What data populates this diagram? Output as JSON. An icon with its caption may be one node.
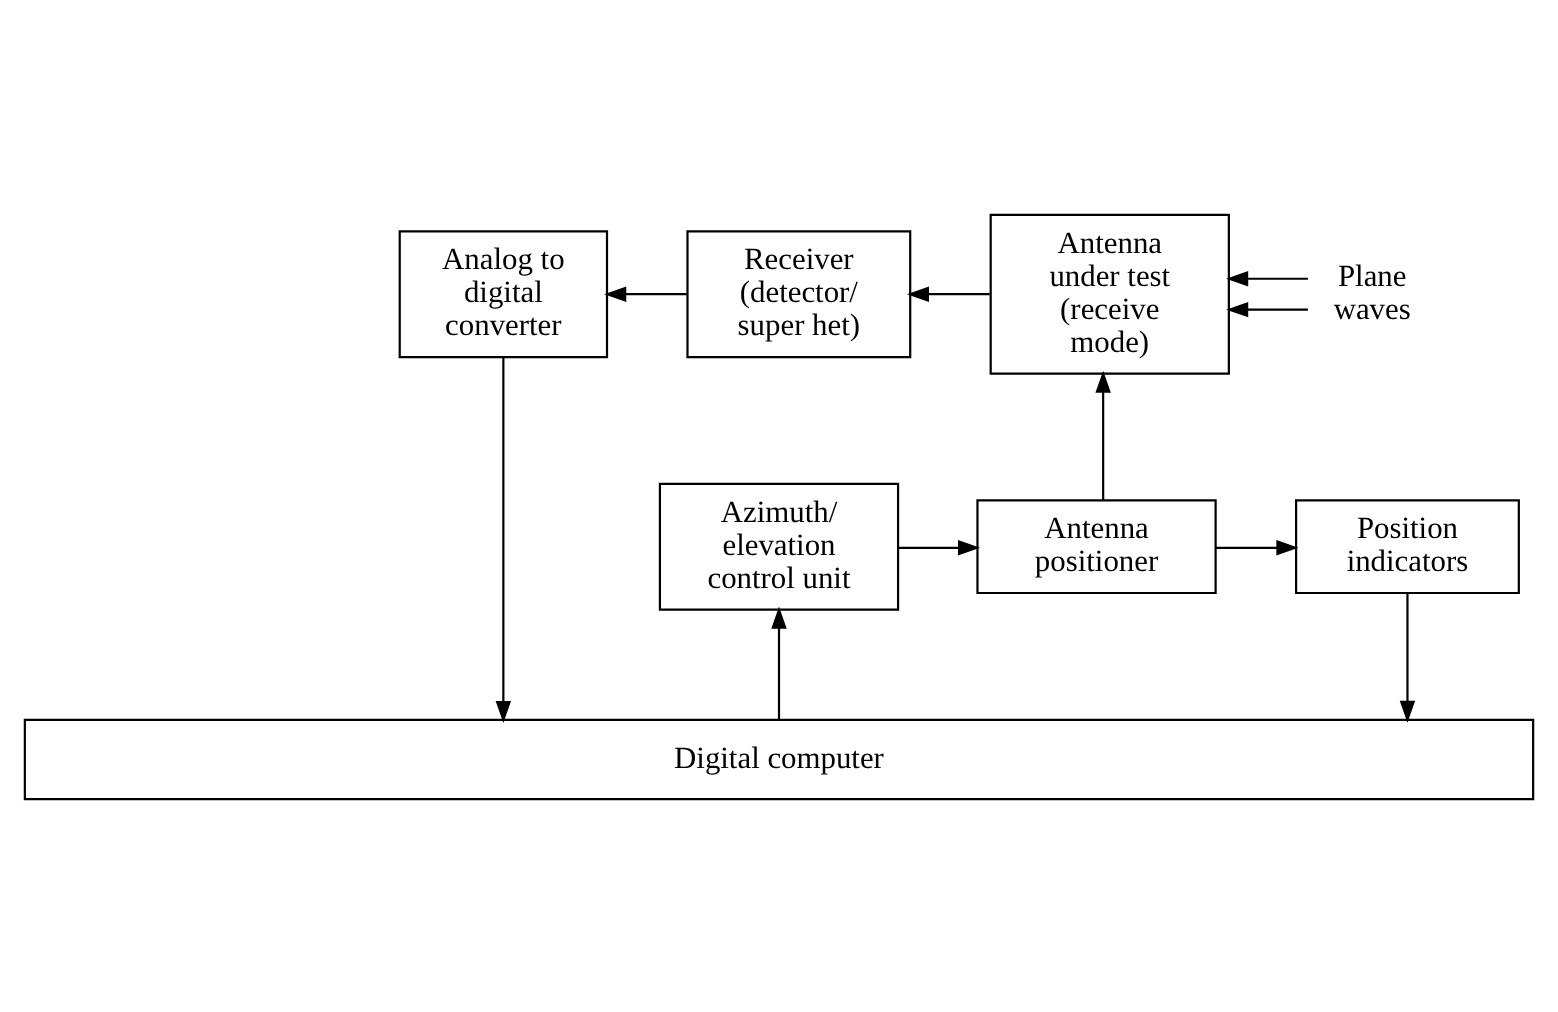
{
  "diagram": {
    "nodes": [
      {
        "text": [
          "Analog to digital converter"
        ]
      },
      {
        "text": [
          "Receiver (detector/ super het)"
        ]
      },
      {
        "text": [
          "Antenna under test (receive mode)"
        ]
      },
      {
        "text": [
          "Plane waves"
        ]
      },
      {
        "text": [
          "Azimuth/ elevation control unit"
        ]
      },
      {
        "text": [
          "Antenna positioner"
        ]
      },
      {
        "text": [
          "Position indicators"
        ]
      },
      {
        "text": [
          "Digital computer"
        ]
      }
    ],
    "edges": [
      {
        "from": 3,
        "to": 2,
        "arrow": "to"
      },
      {
        "from": 3,
        "to": 2,
        "arrow": "to"
      },
      {
        "from": 2,
        "to": 1,
        "arrow": "to"
      },
      {
        "from": 1,
        "to": 0,
        "arrow": "to"
      },
      {
        "from": 0,
        "to": 7,
        "arrow": "to"
      },
      {
        "from": 7,
        "to": 4,
        "arrow": "to"
      },
      {
        "from": 4,
        "to": 5,
        "arrow": "to"
      },
      {
        "from": 5,
        "to": 2,
        "arrow": "to"
      },
      {
        "from": 5,
        "to": 6,
        "arrow": "to"
      },
      {
        "from": 6,
        "to": 7,
        "arrow": "to"
      }
    ]
  }
}
